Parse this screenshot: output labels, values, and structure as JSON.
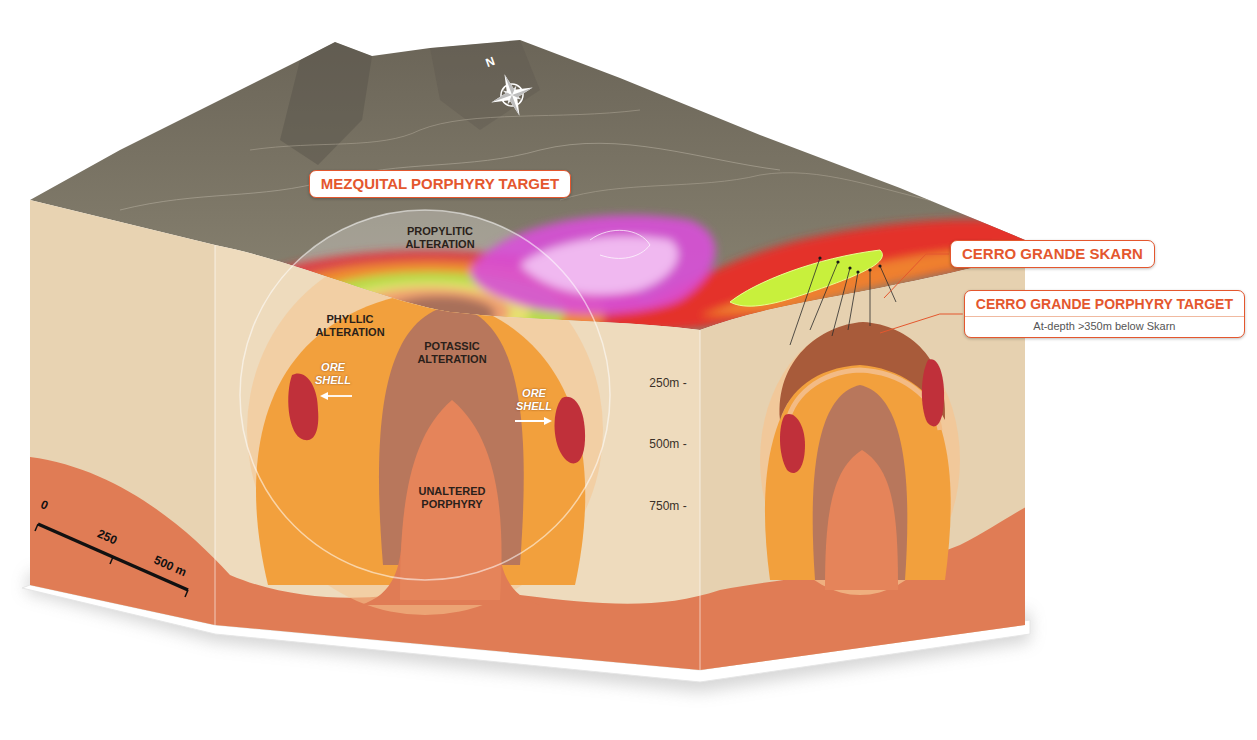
{
  "diagram": {
    "nodes": [
      {
        "text": [
          "MEZQUITAL PORPHYRY TARGET"
        ]
      },
      {
        "text": [
          "CERRO GRANDE SKARN"
        ]
      },
      {
        "text": [
          "CERRO GRANDE PORPHYRY TARGET",
          "At-depth >350m below Skarn"
        ]
      }
    ],
    "labels": [
      "N",
      "PROPYLITIC ALTERATION",
      "PHYLLIC ALTERATION",
      "POTASSIC ALTERATION",
      "ORE SHELL",
      "ORE SHELL",
      "250m -",
      "500m -",
      "750m -",
      "UNALTERED PORPHYRY",
      "0",
      "250",
      "500 m"
    ]
  }
}
